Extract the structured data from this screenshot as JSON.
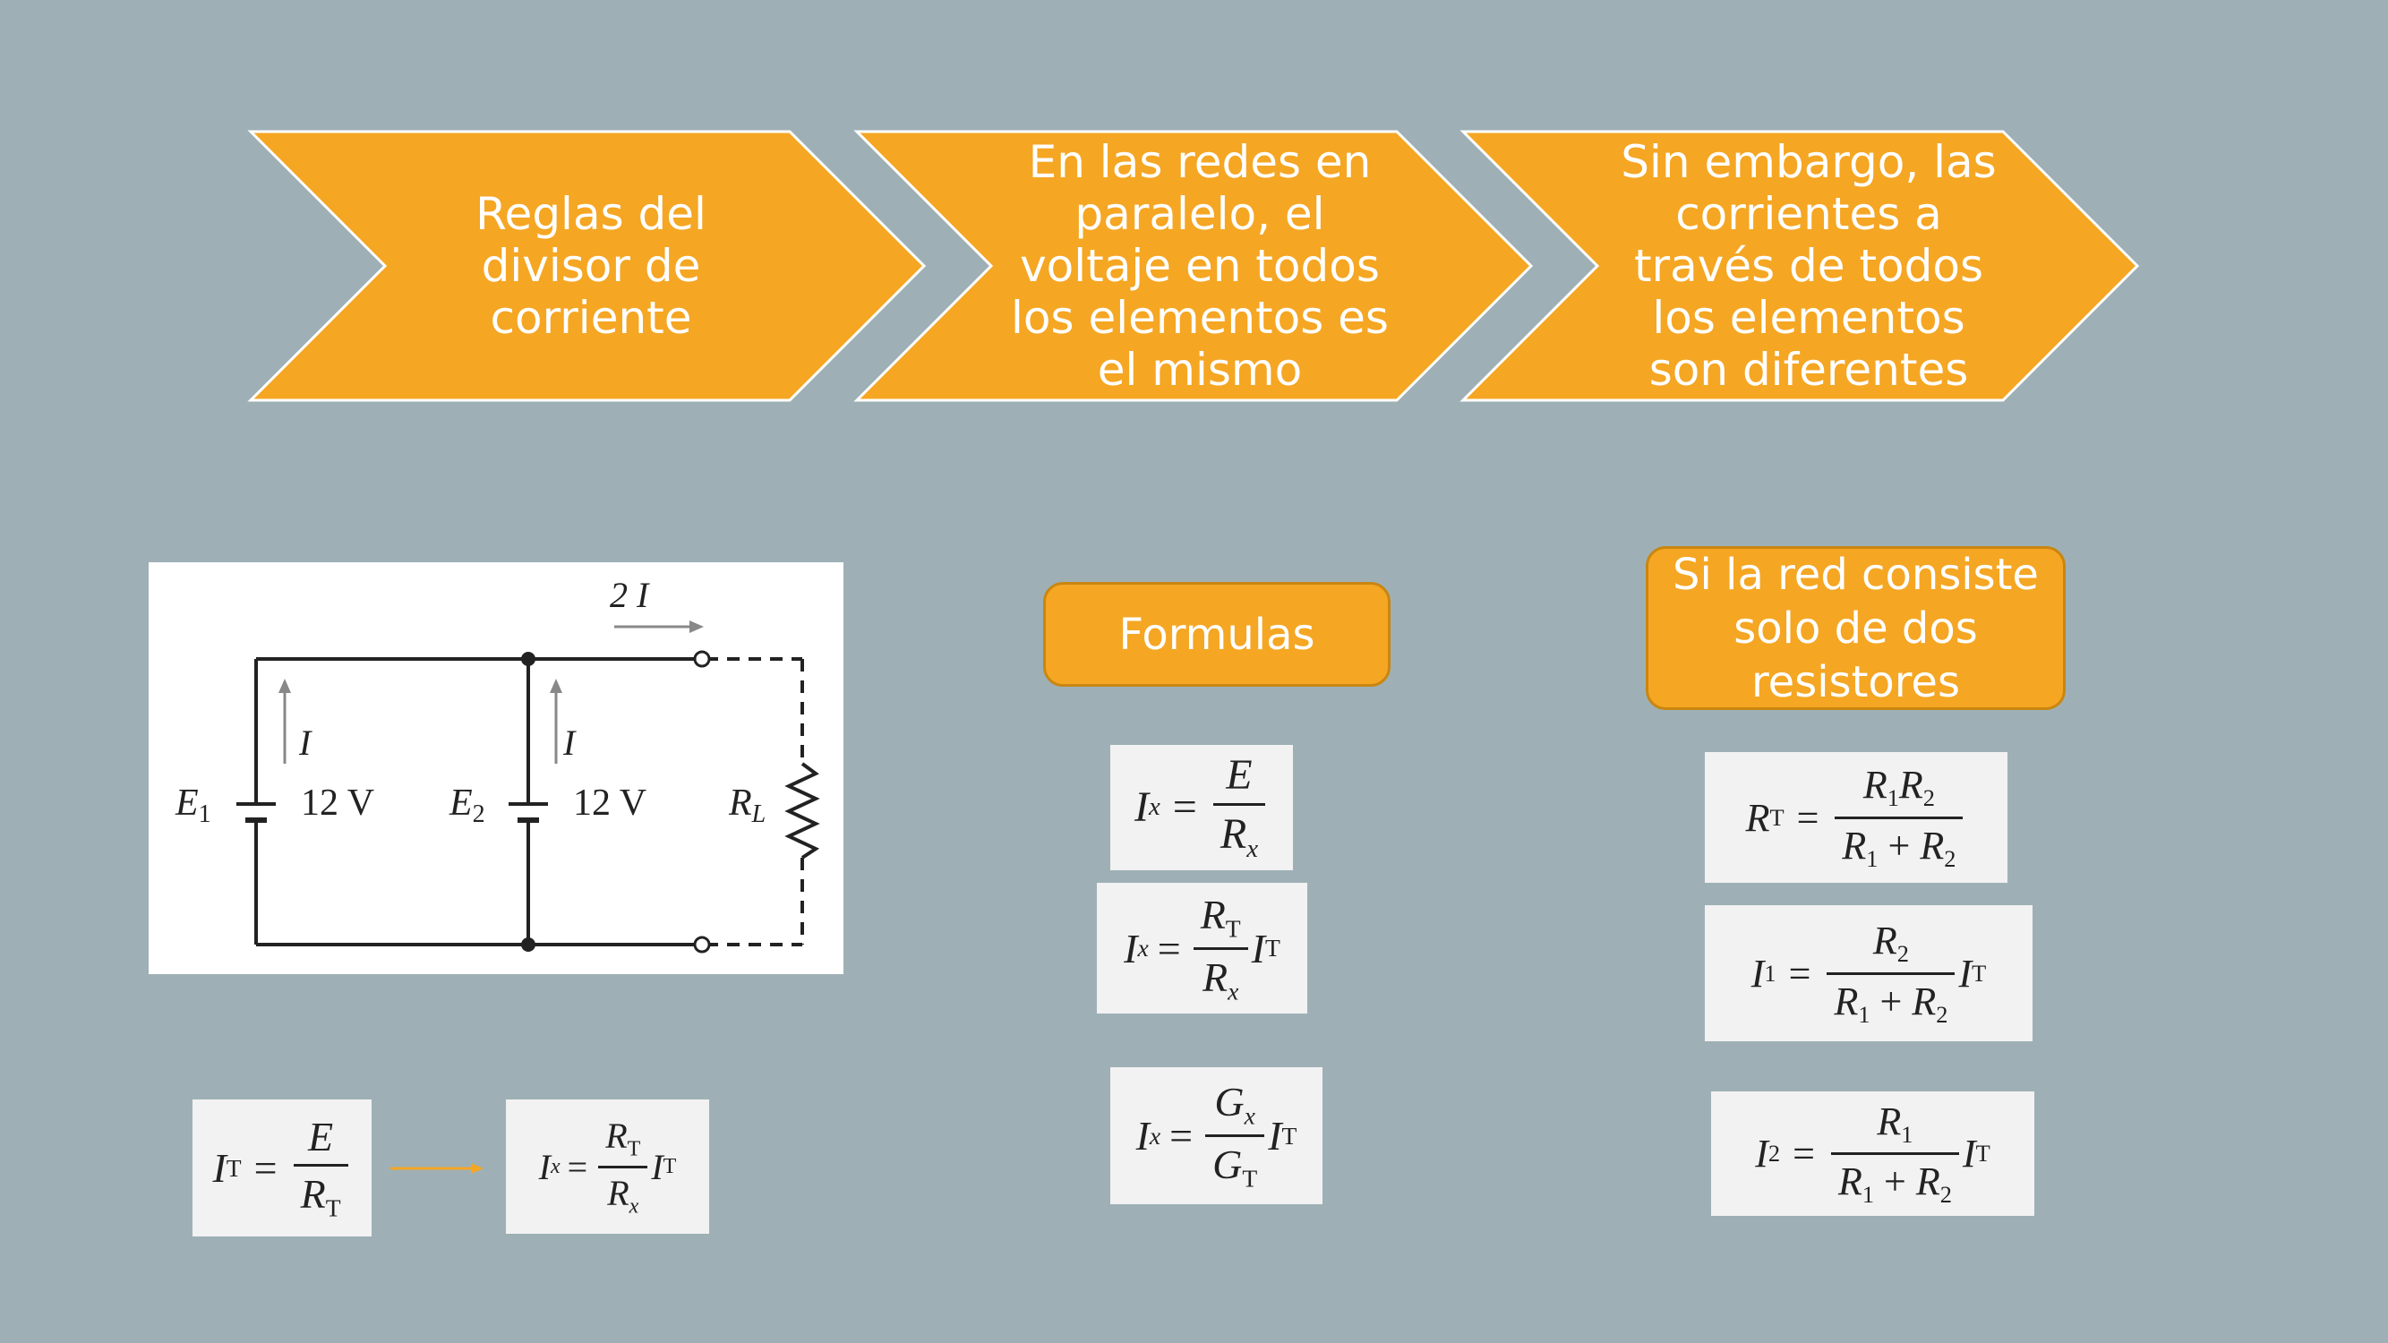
{
  "chevrons": [
    {
      "text": "Reglas del\ndivisor de\ncorriente"
    },
    {
      "text": "En las redes en\nparalelo, el\nvoltaje en todos\nlos elementos es\nel mismo"
    },
    {
      "text": "Sin embargo, las\ncorrientes a\ntravés de todos\nlos elementos\nson diferentes"
    }
  ],
  "pills": {
    "formulas": "Formulas",
    "two_resistors": "Si la red consiste\nsolo de dos\nresistores"
  },
  "circuit": {
    "top_current": "2 I",
    "branch_current": "I",
    "e1": "E",
    "e1_sub": "1",
    "e2": "E",
    "e2_sub": "2",
    "voltage1": "12 V",
    "voltage2": "12 V",
    "load": "R",
    "load_sub": "L"
  },
  "colors": {
    "background": "#9eb0b6",
    "accent": "#f5a623",
    "box": "#f2f2f2"
  },
  "equations": {
    "it_eq": {
      "lhs": "I",
      "lhs_sub": "T",
      "num": "E",
      "den": "R",
      "den_sub": "T"
    },
    "ix_small": {
      "lhs": "I",
      "lhs_sub": "x",
      "num": "R",
      "num_sub": "T",
      "den": "R",
      "den_sub": "x",
      "tail": "I",
      "tail_sub": "T"
    },
    "f1": {
      "lhs": "I",
      "lhs_sub": "x",
      "num": "E",
      "den": "R",
      "den_sub": "x"
    },
    "f2": {
      "lhs": "I",
      "lhs_sub": "x",
      "num": "R",
      "num_sub": "T",
      "den": "R",
      "den_sub": "x",
      "tail": "I",
      "tail_sub": "T"
    },
    "f3": {
      "lhs": "I",
      "lhs_sub": "x",
      "num": "G",
      "num_sub": "x",
      "den": "G",
      "den_sub": "T",
      "tail": "I",
      "tail_sub": "T"
    },
    "rt": {
      "lhs": "R",
      "lhs_sub": "T",
      "num_a": "R",
      "num_a_sub": "1",
      "num_b": "R",
      "num_b_sub": "2",
      "den_a": "R",
      "den_a_sub": "1",
      "den_op": "+",
      "den_b": "R",
      "den_b_sub": "2"
    },
    "i1": {
      "lhs": "I",
      "lhs_sub": "1",
      "num": "R",
      "num_sub": "2",
      "den_a": "R",
      "den_a_sub": "1",
      "den_op": "+",
      "den_b": "R",
      "den_b_sub": "2",
      "tail": "I",
      "tail_sub": "T"
    },
    "i2": {
      "lhs": "I",
      "lhs_sub": "2",
      "num": "R",
      "num_sub": "1",
      "den_a": "R",
      "den_a_sub": "1",
      "den_op": "+",
      "den_b": "R",
      "den_b_sub": "2",
      "tail": "I",
      "tail_sub": "T"
    },
    "equals": "="
  }
}
